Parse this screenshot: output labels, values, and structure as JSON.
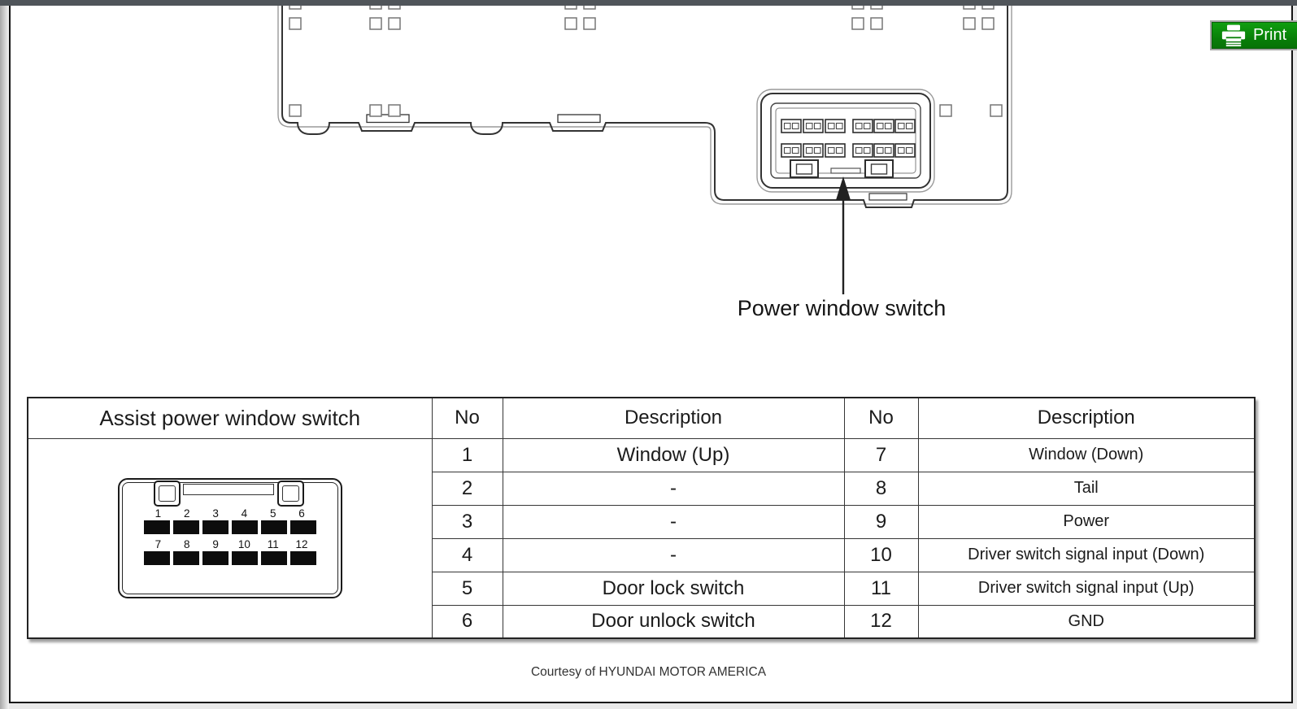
{
  "app": {
    "print_button_label": "Print",
    "accent_green": "#0b8a0b",
    "top_bar_color": "#50555a"
  },
  "diagram": {
    "callout_label": "Power window switch"
  },
  "pin_table": {
    "header": {
      "switch_column": "Assist power window switch",
      "no_column": "No",
      "description_column": "Description"
    },
    "left_rows": [
      {
        "no": "1",
        "description": "Window (Up)"
      },
      {
        "no": "2",
        "description": "-"
      },
      {
        "no": "3",
        "description": "-"
      },
      {
        "no": "4",
        "description": "-"
      },
      {
        "no": "5",
        "description": "Door lock switch"
      },
      {
        "no": "6",
        "description": "Door unlock switch"
      }
    ],
    "right_rows": [
      {
        "no": "7",
        "description": "Window (Down)"
      },
      {
        "no": "8",
        "description": "Tail"
      },
      {
        "no": "9",
        "description": "Power"
      },
      {
        "no": "10",
        "description": "Driver switch signal input (Down)"
      },
      {
        "no": "11",
        "description": "Driver switch signal input (Up)"
      },
      {
        "no": "12",
        "description": "GND"
      }
    ],
    "connector": {
      "pins_top": [
        "1",
        "2",
        "3",
        "4",
        "5",
        "6"
      ],
      "pins_bottom": [
        "7",
        "8",
        "9",
        "10",
        "11",
        "12"
      ]
    }
  },
  "footer": {
    "courtesy": "Courtesy of HYUNDAI MOTOR AMERICA"
  }
}
